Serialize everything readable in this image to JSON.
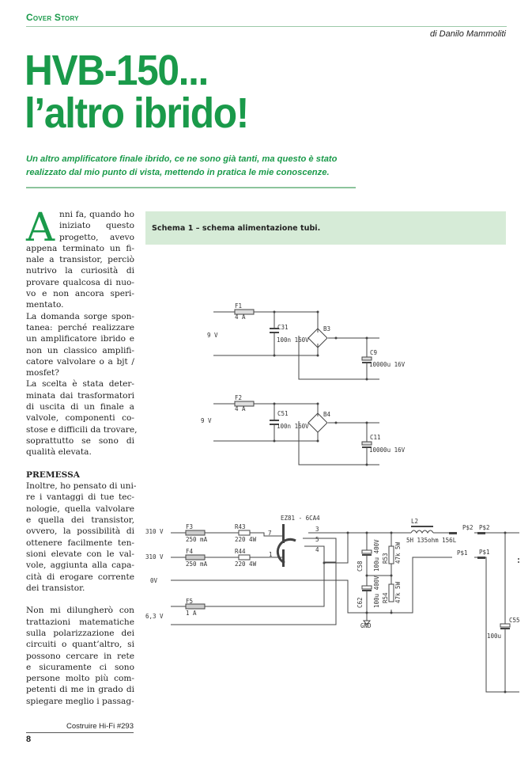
{
  "header": {
    "section": "Cover Story",
    "author": "di Danilo Mammoliti"
  },
  "title": {
    "line1": "HVB-150...",
    "line2": "l’altro ibrido!"
  },
  "lead": "Un altro amplificatore finale ibrido, ce ne sono già tanti, ma questo è stato realizzato dal mio punto di vista, mettendo in pratica le mie conoscenze.",
  "body": {
    "dropcap": "A",
    "p1": [
      "nni fa, quando ho",
      "iniziato questo",
      "progetto, avevo",
      "appena terminato un fi-",
      "nale a transistor, perciò",
      "nutrivo la curiosità di",
      "provare qualcosa di nuo-",
      "vo e non ancora speri-",
      "mentato."
    ],
    "p2": [
      "La domanda sorge spon-",
      "tanea: perché realizzare",
      "un amplificatore ibrido e",
      "non un classico amplifi-",
      "catore valvolare o a bjt /",
      "mosfet?"
    ],
    "p3": [
      "La scelta è stata deter-",
      "minata dai trasformatori",
      "di uscita di un finale a",
      "valvole, componenti co-",
      "stose e difficili da trovare,",
      "soprattutto se sono di",
      "qualità elevata."
    ],
    "heading": "PREMESSA",
    "p4": [
      "Inoltre, ho pensato di uni-",
      "re i vantaggi di tue tec-",
      "nologie, quella valvolare",
      "e quella dei transistor,",
      "ovvero, la possibilità di",
      "ottenere facilmente ten-",
      "sioni elevate con le val-",
      "vole, aggiunta alla capa-",
      "cità di erogare corrente",
      "dei transistor."
    ],
    "p5": [
      "Non mi dilungherò con",
      "trattazioni matematiche",
      "sulla polarizzazione dei",
      "circuiti o quant’altro, si",
      "possono cercare in rete",
      "e sicuramente ci sono",
      "persone molto più com-",
      "petenti di me in grado di",
      "spiegare meglio i passag-"
    ]
  },
  "figure": {
    "caption": "Schema 1 – schema alimentazione tubi.",
    "labels": {
      "f1": "F1",
      "f1v": "4 A",
      "c31": "C31",
      "c31v": "100n 160V",
      "b3": "B3",
      "c9": "C9",
      "c9v": "10000u 16V",
      "v1": "9 V",
      "f2": "F2",
      "f2v": "4 A",
      "c51": "C51",
      "c51v": "100n 160V",
      "b4": "B4",
      "c11": "C11",
      "c11v": "10000u 16V",
      "v2": "9 V",
      "tube": "EZ81 - 6CA4",
      "v310a": "310 V",
      "v310b": "310 V",
      "v0": "0V",
      "v63": "6,3 V",
      "f3": "F3",
      "f3v": "250 mA",
      "f4": "F4",
      "f4v": "250 mA",
      "f5": "F5",
      "f5v": "1 A",
      "r43": "R43",
      "r43v": "220 4W",
      "r44": "R44",
      "r44v": "220 4W",
      "p7": "7",
      "p1": "1",
      "p3": "3",
      "p5": "5",
      "p4": "4",
      "l2": "L2",
      "l2v": "5H 135ohm 156L",
      "c58": "C58",
      "c58v": "100u 400V",
      "c62": "C62",
      "c62v": "100u 400V",
      "r53": "R53",
      "r53v": "47k 5W",
      "r54": "R54",
      "r54v": "47k 5W",
      "gnd": "GND",
      "ps2a": "P$2",
      "ps2b": "P$2",
      "ps1a": "P$1",
      "ps1b": "P$1",
      "c55": "C55",
      "c55v": "100u"
    }
  },
  "footer": {
    "magazine": "Costruire Hi-Fi #293",
    "page": "8"
  },
  "colors": {
    "accent": "#1a9a4a",
    "box": "#d6ebd7"
  }
}
